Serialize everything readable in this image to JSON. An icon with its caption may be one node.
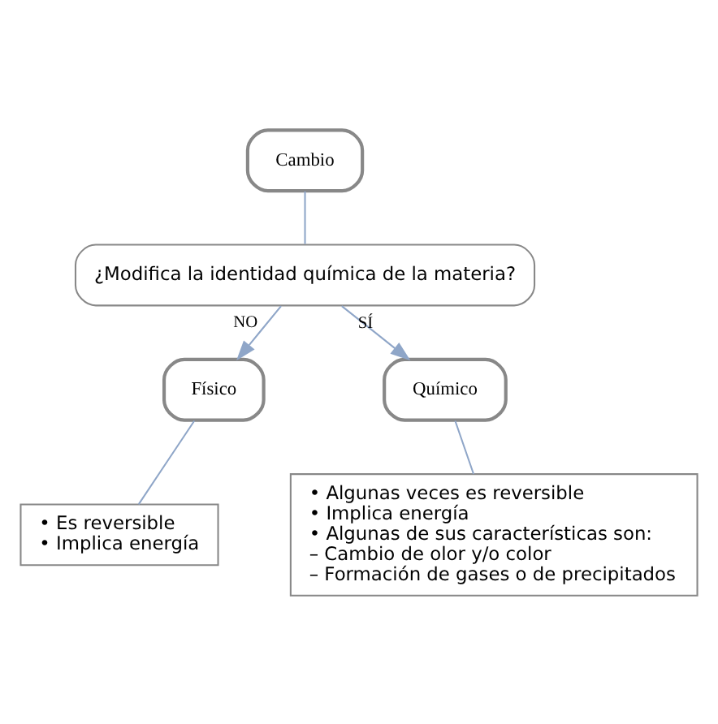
{
  "diagram": {
    "nodes": [
      {
        "text": [
          "Cambio"
        ]
      },
      {
        "text": [
          "¿Modifica la identidad química de la materia?"
        ]
      },
      {
        "text": [
          "Físico"
        ]
      },
      {
        "text": [
          "Químico"
        ]
      },
      {
        "text": [
          "• Es reversible",
          "• Implica energía"
        ]
      },
      {
        "text": [
          "• Algunas veces es reversible",
          "• Implica energía",
          "• Algunas de sus características son:",
          "– Cambio de olor y/o color",
          "– Formación de gases o de precipitados"
        ]
      }
    ],
    "edges": [
      {
        "from": 0,
        "to": 1,
        "arrow": "none"
      },
      {
        "from": 1,
        "to": 2,
        "arrow": "to",
        "label": "NO"
      },
      {
        "from": 1,
        "to": 3,
        "arrow": "to",
        "label": "SÍ"
      },
      {
        "from": 2,
        "to": 4,
        "arrow": "none"
      },
      {
        "from": 3,
        "to": 5,
        "arrow": "none"
      }
    ]
  }
}
